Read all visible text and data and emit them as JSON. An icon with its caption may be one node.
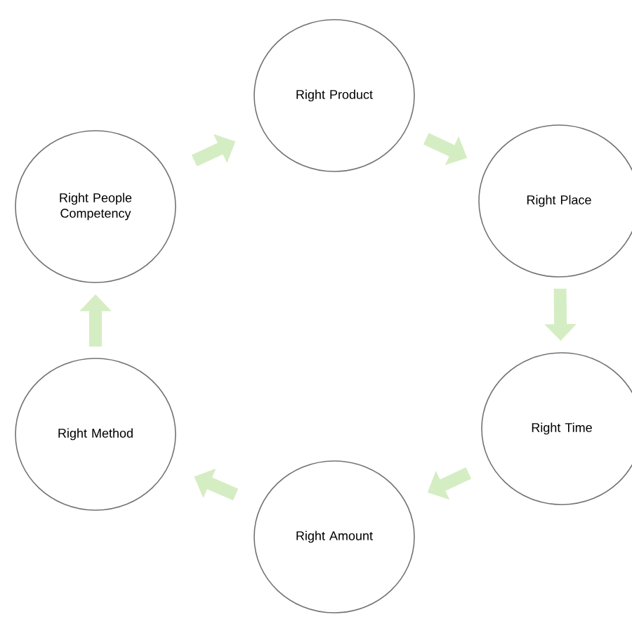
{
  "diagram": {
    "nodes": [
      {
        "text": [
          "Right Product"
        ]
      },
      {
        "text": [
          "Right Place"
        ]
      },
      {
        "text": [
          "Right Time"
        ]
      },
      {
        "text": [
          "Right Amount"
        ]
      },
      {
        "text": [
          "Right Method"
        ]
      },
      {
        "text": [
          "Right People Competency"
        ]
      }
    ],
    "edges": [
      {
        "from": 0,
        "to": 1,
        "arrow": "to"
      },
      {
        "from": 1,
        "to": 2,
        "arrow": "to"
      },
      {
        "from": 2,
        "to": 3,
        "arrow": "to"
      },
      {
        "from": 3,
        "to": 4,
        "arrow": "to"
      },
      {
        "from": 4,
        "to": 5,
        "arrow": "to"
      },
      {
        "from": 5,
        "to": 0,
        "arrow": "to"
      }
    ]
  }
}
